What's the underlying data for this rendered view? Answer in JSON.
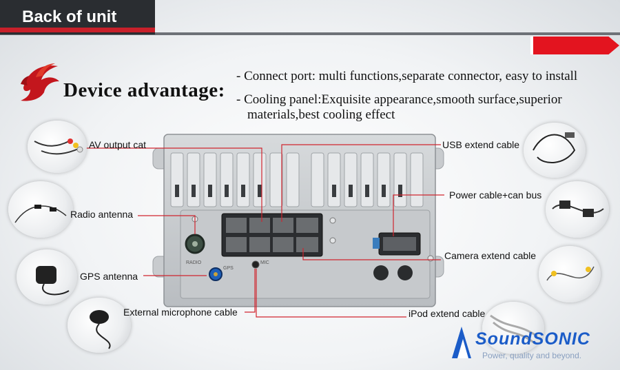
{
  "header": {
    "title": "Back of unit"
  },
  "advantage": {
    "title": "Device advantage:",
    "bullets": [
      "- Connect port: multi functions,separate connector, easy to install",
      "- Cooling panel:Exquisite appearance,smooth surface,superior",
      "materials,best cooling effect"
    ]
  },
  "labels": {
    "av_output": "AV output cat",
    "radio_antenna": "Radio antenna",
    "gps_antenna": "GPS antenna",
    "mic_cable": "External microphone cable",
    "usb_cable": "USB extend cable",
    "power_cable": "Power cable+can bus",
    "camera_cable": "Camera extend cable",
    "ipod_cable": "iPod extend cable"
  },
  "unit_markings": {
    "radio": "RADIO",
    "gps": "GPS",
    "mic": "MIC"
  },
  "brand": {
    "name": "SoundSONIC",
    "slogan": "Power, quality and beyond."
  },
  "colors": {
    "accent_red": "#e3141f",
    "header_dark": "#2a2d31",
    "brand_blue": "#1b5cc8",
    "leader_line": "#d0242e"
  }
}
